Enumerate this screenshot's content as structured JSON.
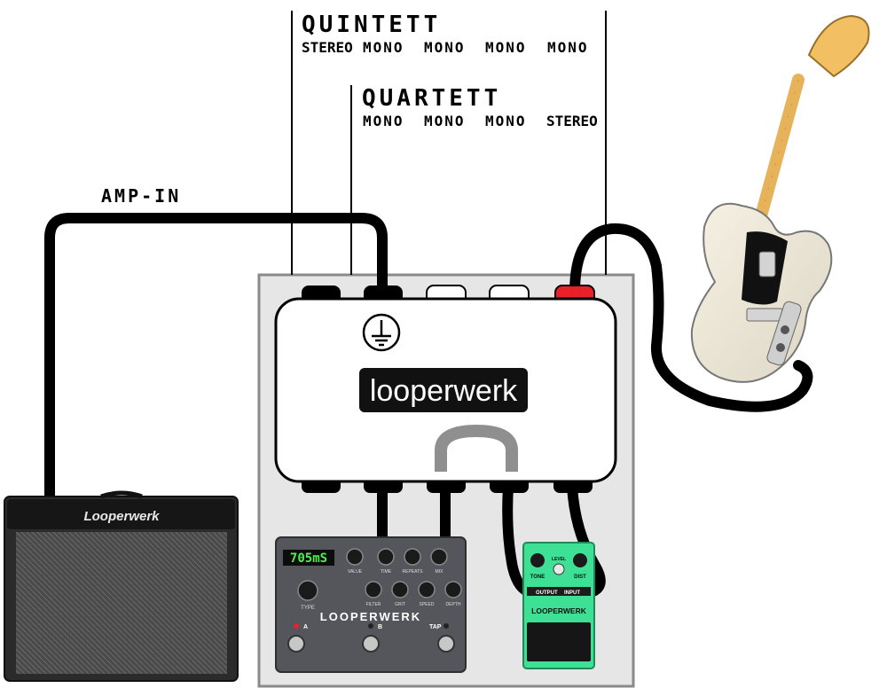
{
  "labels": {
    "quintett_title": "QUINTETT",
    "quintett_modes": [
      "STEREO",
      "MONO",
      "MONO",
      "MONO",
      "MONO"
    ],
    "quartett_title": "QUARTETT",
    "quartett_modes": [
      "MONO",
      "MONO",
      "MONO",
      "STEREO"
    ],
    "amp_in": "AMP-IN"
  },
  "looper": {
    "brand": "looperwerk"
  },
  "amp": {
    "brand": "Looperwerk"
  },
  "delay_pedal": {
    "display": "705mS",
    "brand": "LOOPERWERK",
    "knob_labels": [
      "VALUE",
      "TIME",
      "REPEATS",
      "MIX",
      "FILTER",
      "GRIT",
      "SPEED",
      "DEPTH"
    ],
    "type_label": "TYPE",
    "switch_labels": [
      "A",
      "B",
      "TAP"
    ]
  },
  "drive_pedal": {
    "brand": "LOOPERWERK",
    "knob_labels": [
      "TONE",
      "LEVEL",
      "DIST"
    ],
    "output_label": "OUTPUT",
    "input_label": "INPUT"
  },
  "colors": {
    "board_fill": "#e6e6e6",
    "cable": "#000000",
    "input_jack": "#e8202a",
    "drive_pedal": "#3ee095",
    "delay_pedal": "#55565b"
  }
}
